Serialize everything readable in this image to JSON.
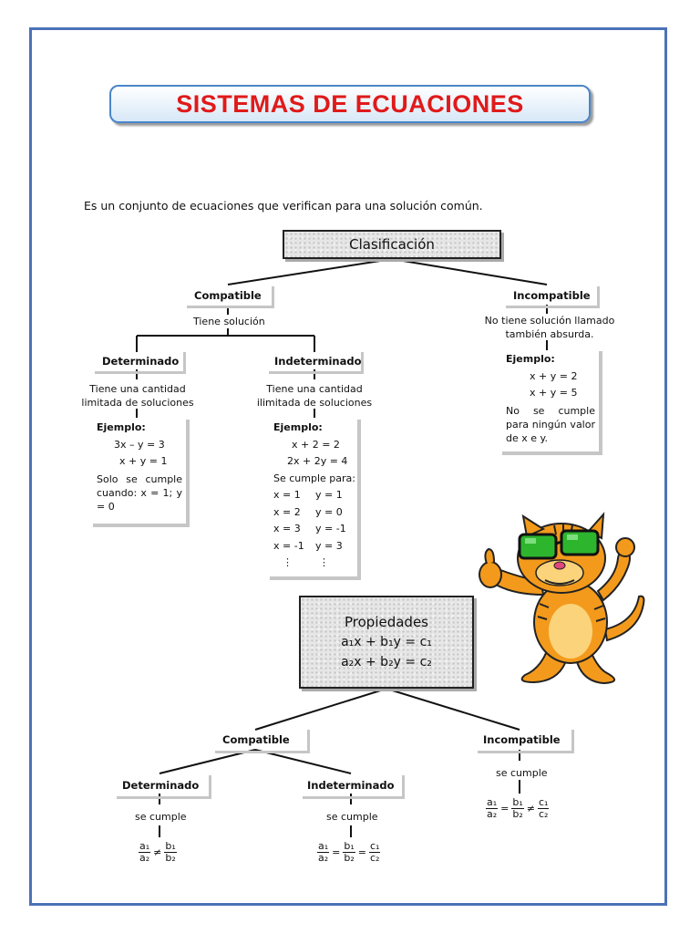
{
  "title": "SISTEMAS DE ECUACIONES",
  "intro": "Es un conjunto de ecuaciones que verifican para una solución común.",
  "clasificacion": {
    "label": "Clasificación",
    "compatible": {
      "label": "Compatible",
      "desc": "Tiene solución",
      "determinado": {
        "label": "Determinado",
        "desc": "Tiene una cantidad limitada de soluciones",
        "ejemplo_label": "Ejemplo:",
        "eq1": "3x – y = 3",
        "eq2": "x + y = 1",
        "note": "Solo se cumple cuando: x = 1; y = 0"
      },
      "indeterminado": {
        "label": "Indeterminado",
        "desc": "Tiene una cantidad ilimitada de soluciones",
        "ejemplo_label": "Ejemplo:",
        "eq1": "x + 2 = 2",
        "eq2": "2x + 2y = 4",
        "note": "Se cumple para:",
        "pairs": [
          {
            "x": "x = 1",
            "y": "y = 1"
          },
          {
            "x": "x = 2",
            "y": "y = 0"
          },
          {
            "x": "x = 3",
            "y": "y = -1"
          },
          {
            "x": "x = -1",
            "y": "y = 3"
          },
          {
            "x": "⋮",
            "y": "⋮"
          }
        ]
      }
    },
    "incompatible": {
      "label": "Incompatible",
      "desc": "No tiene solución llamado también absurda.",
      "ejemplo_label": "Ejemplo:",
      "eq1": "x + y = 2",
      "eq2": "x + y = 5",
      "note": "No se cumple para ningún valor de x e y."
    }
  },
  "propiedades": {
    "label": "Propiedades",
    "eq1": "a₁x + b₁y = c₁",
    "eq2": "a₂x + b₂y = c₂",
    "compatible": {
      "label": "Compatible",
      "determinado": {
        "label": "Determinado",
        "cond": "se cumple"
      },
      "indeterminado": {
        "label": "Indeterminado",
        "cond": "se cumple"
      }
    },
    "incompatible": {
      "label": "Incompatible",
      "cond": "se cumple"
    }
  },
  "fractions": {
    "a1": "a₁",
    "a2": "a₂",
    "b1": "b₁",
    "b2": "b₂",
    "c1": "c₁",
    "c2": "c₂",
    "neq": "≠",
    "eq": "="
  },
  "colors": {
    "title": "#e01a1a",
    "frame": "#4a72b8",
    "title_border": "#4a86c8"
  },
  "illustration": "garfield-with-sunglasses-thumbs-up"
}
